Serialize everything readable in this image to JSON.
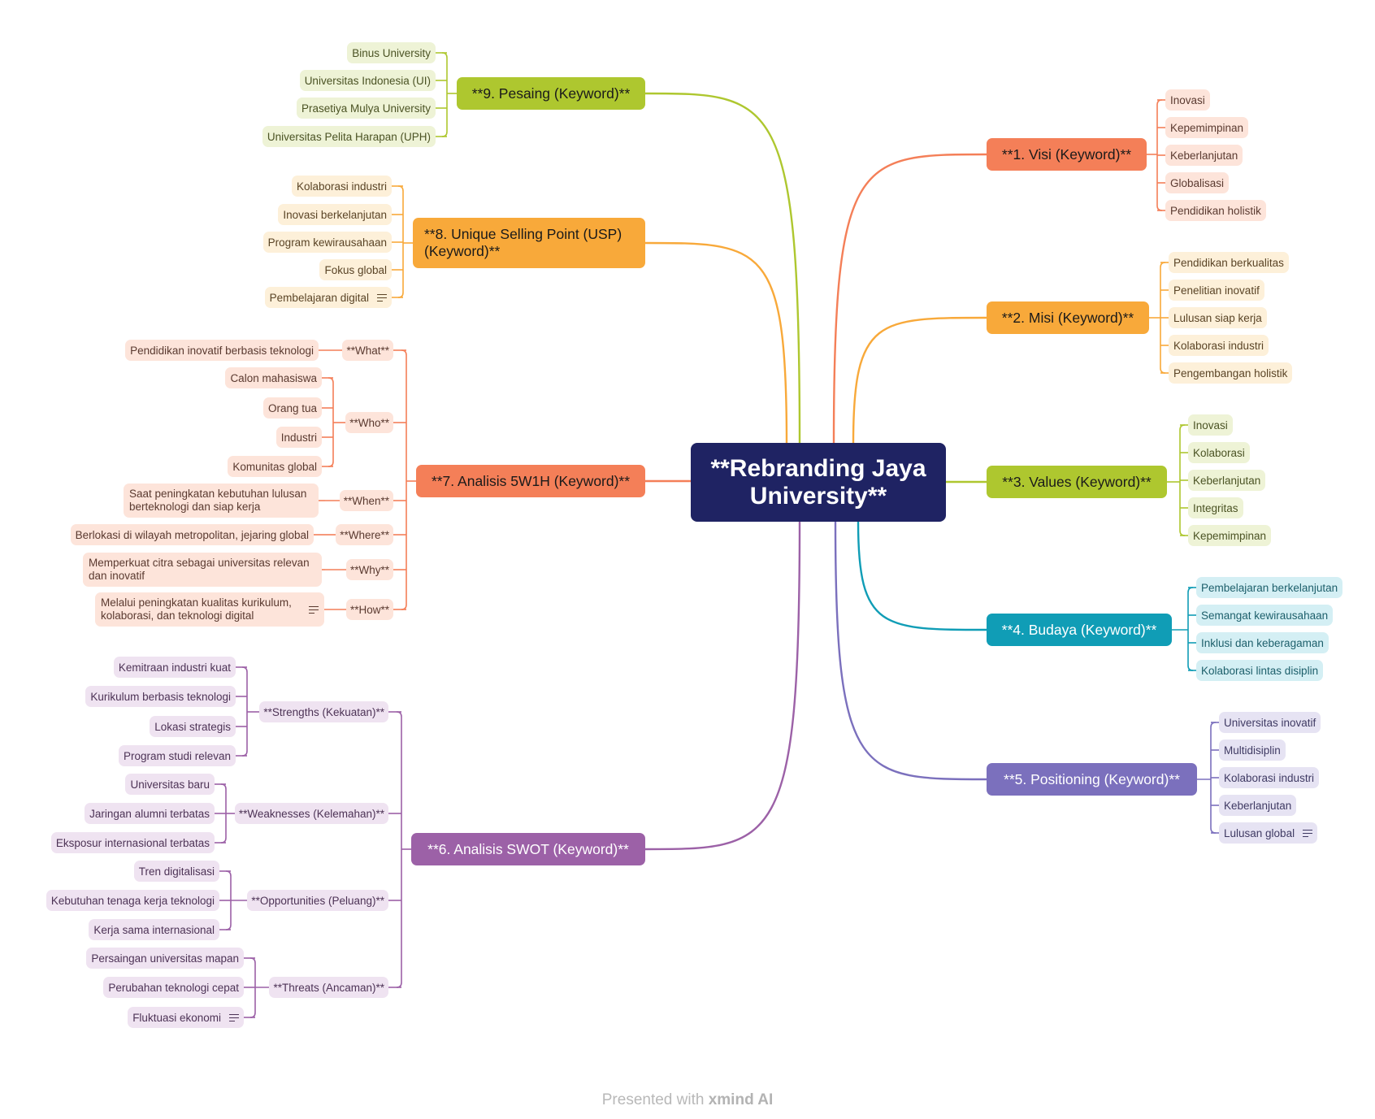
{
  "central": "**Rebranding Jaya University**",
  "footer": {
    "prefix": "Presented with",
    "brand": "xmind AI"
  },
  "colors": {
    "central": "#1f2363",
    "visi": "#f47f58",
    "misi": "#f8a93a",
    "values": "#aec72f",
    "budaya": "#109db6",
    "positioning": "#7b70bd",
    "swot": "#9c61a7",
    "w5h": "#f47f58",
    "usp": "#f8a93a",
    "pesaing": "#aec72f"
  },
  "branches": {
    "visi": {
      "label": "**1. Visi (Keyword)**",
      "children": [
        "Inovasi",
        "Kepemimpinan",
        "Keberlanjutan",
        "Globalisasi",
        "Pendidikan holistik"
      ]
    },
    "misi": {
      "label": "**2. Misi (Keyword)**",
      "children": [
        "Pendidikan berkualitas",
        "Penelitian inovatif",
        "Lulusan siap kerja",
        "Kolaborasi industri",
        "Pengembangan holistik"
      ]
    },
    "values": {
      "label": "**3. Values (Keyword)**",
      "children": [
        "Inovasi",
        "Kolaborasi",
        "Keberlanjutan",
        "Integritas",
        "Kepemimpinan"
      ]
    },
    "budaya": {
      "label": "**4. Budaya (Keyword)**",
      "children": [
        "Pembelajaran berkelanjutan",
        "Semangat kewirausahaan",
        "Inklusi dan keberagaman",
        "Kolaborasi lintas disiplin"
      ]
    },
    "positioning": {
      "label": "**5. Positioning (Keyword)**",
      "children": [
        "Universitas inovatif",
        "Multidisiplin",
        "Kolaborasi industri",
        "Keberlanjutan",
        "Lulusan global"
      ]
    },
    "swot": {
      "label": "**6. Analisis SWOT (Keyword)**",
      "groups": [
        {
          "label": "**Strengths (Kekuatan)**",
          "children": [
            "Kemitraan industri kuat",
            "Kurikulum berbasis teknologi",
            "Lokasi strategis",
            "Program studi relevan"
          ]
        },
        {
          "label": "**Weaknesses (Kelemahan)**",
          "children": [
            "Universitas baru",
            "Jaringan alumni terbatas",
            "Eksposur internasional terbatas"
          ]
        },
        {
          "label": "**Opportunities (Peluang)**",
          "children": [
            "Tren digitalisasi",
            "Kebutuhan tenaga kerja teknologi",
            "Kerja sama internasional"
          ]
        },
        {
          "label": "**Threats (Ancaman)**",
          "children": [
            "Persaingan universitas mapan",
            "Perubahan teknologi cepat",
            "Fluktuasi ekonomi"
          ]
        }
      ]
    },
    "w5h": {
      "label": "**7. Analisis 5W1H (Keyword)**",
      "groups": [
        {
          "label": "**What**",
          "children": [
            "Pendidikan inovatif berbasis teknologi"
          ]
        },
        {
          "label": "**Who**",
          "children": [
            "Calon mahasiswa",
            "Orang tua",
            "Industri",
            "Komunitas global"
          ]
        },
        {
          "label": "**When**",
          "children": [
            "Saat peningkatan kebutuhan lulusan berteknologi dan siap kerja"
          ]
        },
        {
          "label": "**Where**",
          "children": [
            "Berlokasi di wilayah metropolitan, jejaring global"
          ]
        },
        {
          "label": "**Why**",
          "children": [
            "Memperkuat citra sebagai universitas relevan dan inovatif"
          ]
        },
        {
          "label": "**How**",
          "children": [
            "Melalui peningkatan kualitas kurikulum, kolaborasi, dan teknologi digital"
          ]
        }
      ]
    },
    "usp": {
      "label": "**8. Unique Selling Point (USP) (Keyword)**",
      "children": [
        "Kolaborasi industri",
        "Inovasi berkelanjutan",
        "Program kewirausahaan",
        "Fokus global",
        "Pembelajaran digital"
      ]
    },
    "pesaing": {
      "label": "**9. Pesaing (Keyword)**",
      "children": [
        "Binus University",
        "Universitas Indonesia (UI)",
        "Prasetiya Mulya University",
        "Universitas Pelita Harapan (UPH)"
      ]
    }
  }
}
